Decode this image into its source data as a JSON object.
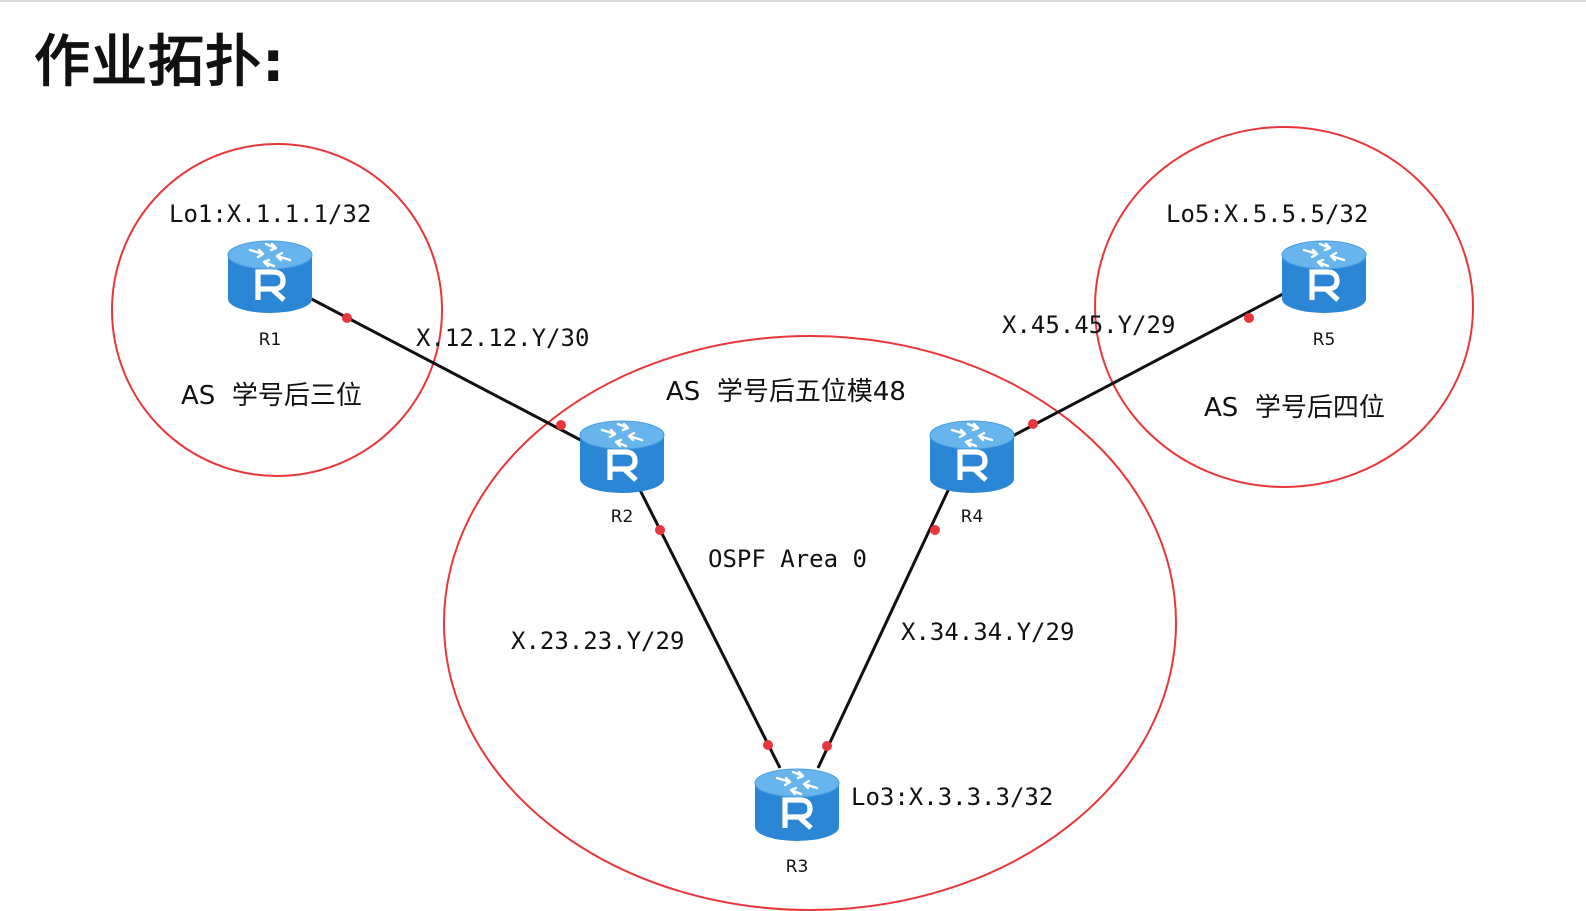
{
  "page": {
    "title": "作业拓扑:"
  },
  "colors": {
    "as_boundary": "#e8373a",
    "link": "#111111",
    "port_dot": "#e8373a",
    "router_top": "#67b5ec",
    "router_body": "#2c86d6",
    "router_glyph": "#ffffff"
  },
  "routers": [
    {
      "id": "r1",
      "label": "R1",
      "icon": "router-icon"
    },
    {
      "id": "r2",
      "label": "R2",
      "icon": "router-icon"
    },
    {
      "id": "r3",
      "label": "R3",
      "icon": "router-icon"
    },
    {
      "id": "r4",
      "label": "R4",
      "icon": "router-icon"
    },
    {
      "id": "r5",
      "label": "R5",
      "icon": "router-icon"
    }
  ],
  "loopbacks": {
    "r1": "Lo1:X.1.1.1/32",
    "r3": "Lo3:X.3.3.3/32",
    "r5": "Lo5:X.5.5.5/32"
  },
  "links": [
    {
      "from": "R1",
      "to": "R2",
      "subnet": "X.12.12.Y/30"
    },
    {
      "from": "R2",
      "to": "R3",
      "subnet": "X.23.23.Y/29"
    },
    {
      "from": "R3",
      "to": "R4",
      "subnet": "X.34.34.Y/29"
    },
    {
      "from": "R4",
      "to": "R5",
      "subnet": "X.45.45.Y/29"
    }
  ],
  "autonomous_systems": [
    {
      "id": "as-left",
      "label": "AS  学号后三位"
    },
    {
      "id": "as-center",
      "label": "AS  学号后五位模48"
    },
    {
      "id": "as-right",
      "label": "AS  学号后四位"
    }
  ],
  "ospf_label": "OSPF Area 0"
}
